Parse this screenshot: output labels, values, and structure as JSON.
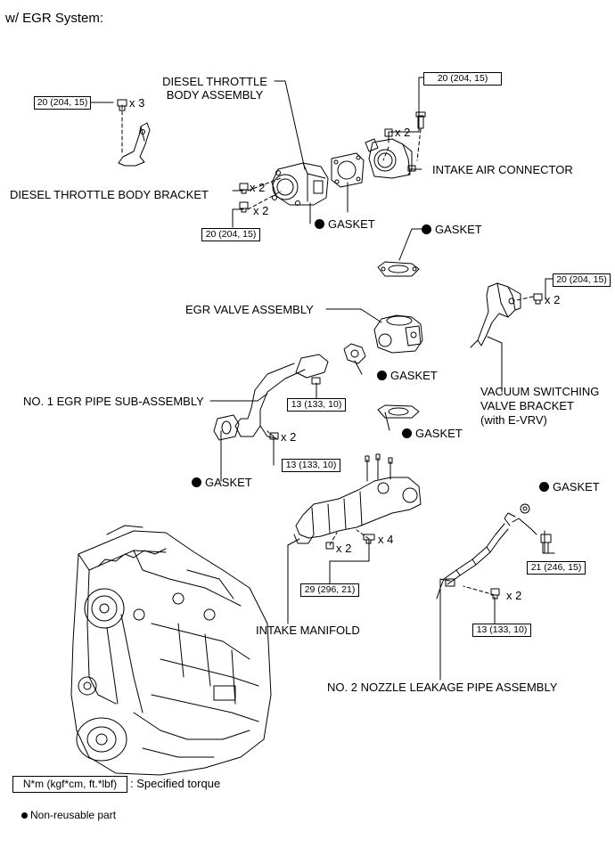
{
  "header": {
    "title": "w/ EGR System:"
  },
  "torques": {
    "bracket_bolts": "20 (204, 15)",
    "intake_connector_bolts": "20 (204, 15)",
    "throttle_body_bolts": "20 (204, 15)",
    "vsv_bracket_bolt": "20 (204, 15)",
    "egr_pipe_upper_bolt": "13 (133, 10)",
    "egr_pipe_lower_bolts": "13 (133, 10)",
    "intake_manifold_nuts": "29 (296, 21)",
    "nozzle_union_bolt": "21 (246, 15)",
    "nozzle_pipe_bolts": "13 (133, 10)"
  },
  "quantities": {
    "bracket": "x 3",
    "intake_connector": "x 2",
    "throttle_upper": "x 2",
    "throttle_lower": "x 2",
    "vsv": "x 2",
    "egr_pipe": "x 2",
    "manifold_bolts": "x 4",
    "manifold_nuts": "x 2",
    "nozzle_pipe": "x 2"
  },
  "parts": {
    "diesel_throttle_body": [
      "DIESEL THROTTLE",
      "BODY ASSEMBLY"
    ],
    "throttle_bracket": "DIESEL THROTTLE BODY BRACKET",
    "intake_air_connector": "INTAKE AIR CONNECTOR",
    "egr_valve": "EGR VALVE ASSEMBLY",
    "vsv_bracket": [
      "VACUUM SWITCHING",
      "VALVE BRACKET",
      "(with E-VRV)"
    ],
    "egr_pipe": "NO. 1 EGR PIPE SUB-ASSEMBLY",
    "intake_manifold": "INTAKE MANIFOLD",
    "nozzle_pipe": "NO. 2 NOZZLE LEAKAGE PIPE ASSEMBLY",
    "gasket": "GASKET"
  },
  "legend": {
    "torque_unit": "N*m (kgf*cm, ft.*lbf)",
    "torque_desc": ": Specified torque",
    "nonreusable": "Non-reusable part"
  }
}
